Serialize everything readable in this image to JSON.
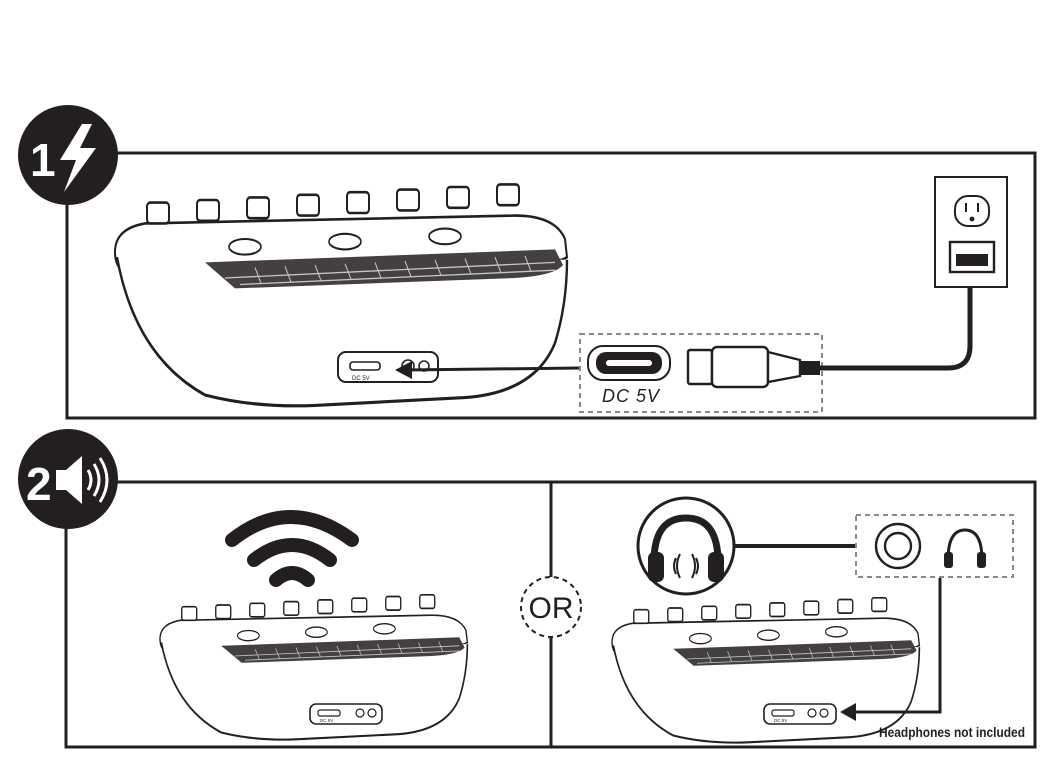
{
  "steps": [
    {
      "number": "1",
      "icon": "lightning-bolt-icon"
    },
    {
      "number": "2",
      "icon": "speaker-sound-icon"
    }
  ],
  "labels": {
    "port_small": "DC 5V",
    "port_zoom": "DC 5V",
    "or": "OR",
    "headphones_note": "Headphones not included",
    "port_small_b": "DC 5V",
    "port_small_c": "DC 5V"
  },
  "colors": {
    "ink": "#231f20",
    "white": "#ffffff",
    "dash": "#8a8a8a"
  }
}
